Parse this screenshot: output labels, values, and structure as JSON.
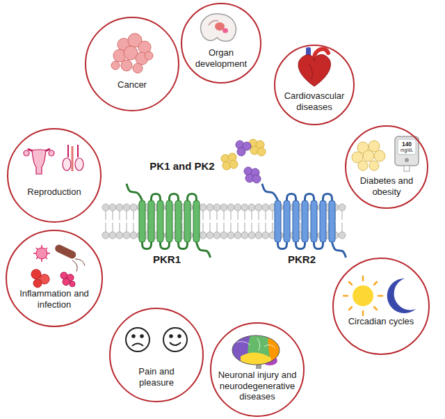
{
  "diagram": {
    "nodes": [
      {
        "text": [
          "Organ development"
        ]
      },
      {
        "text": [
          "Cardiovascular diseases"
        ]
      },
      {
        "text": [
          "Diabetes and obesity"
        ]
      },
      {
        "text": [
          "Circadian cycles"
        ]
      },
      {
        "text": [
          "Neuronal injury and neurodegenerative diseases"
        ]
      },
      {
        "text": [
          "Pain and pleasure"
        ]
      },
      {
        "text": [
          "Inflammation and infection"
        ]
      },
      {
        "text": [
          "Reproduction"
        ]
      },
      {
        "text": [
          "Cancer"
        ]
      }
    ],
    "labels": [
      "PK1 and PK2",
      "PKR1",
      "PKR2",
      "140",
      "mg/dL"
    ]
  }
}
